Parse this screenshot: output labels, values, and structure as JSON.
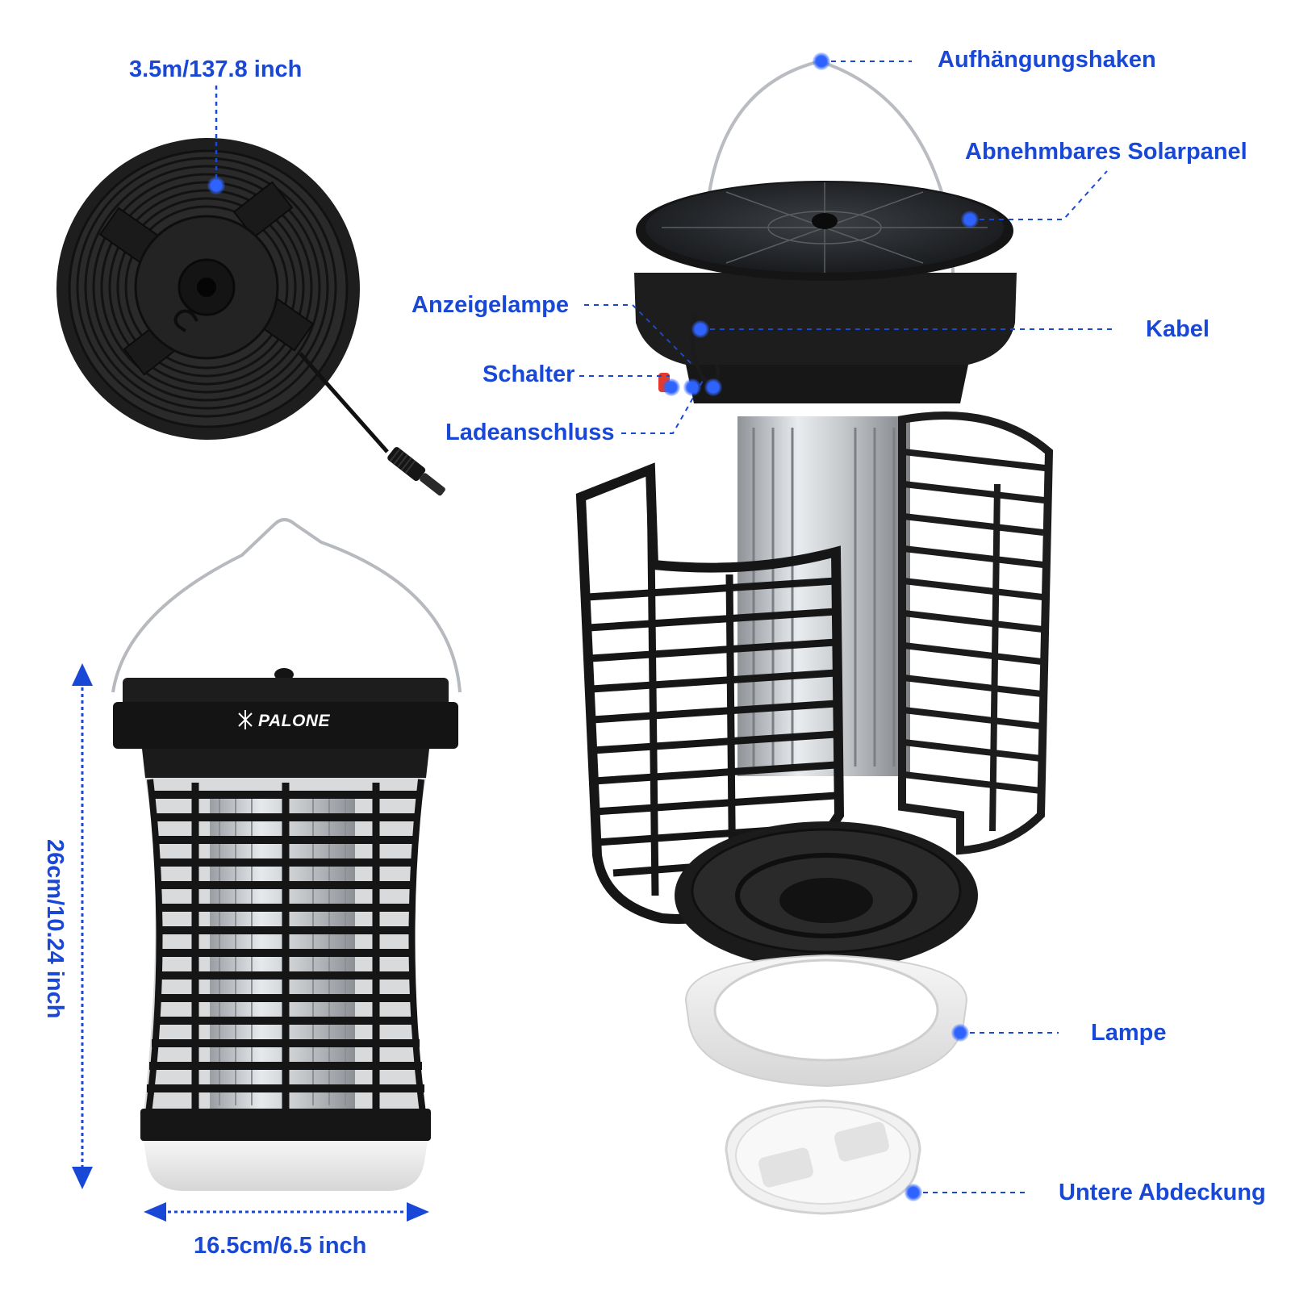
{
  "colors": {
    "accent": "#1a48d6",
    "dot": "#2f63ff",
    "product_black": "#1b1b1b",
    "lamp_white": "#ececec",
    "metal": "#b9bcc0",
    "indicator_red": "#e23b2e"
  },
  "brand": "PALONE",
  "dimensions": {
    "cable_length": "3.5m/137.8 inch",
    "height": "26cm/10.24 inch",
    "width": "16.5cm/6.5 inch"
  },
  "parts": {
    "hook": "Aufhängungshaken",
    "solar_panel": "Abnehmbares Solarpanel",
    "indicator": "Anzeigelampe",
    "cable": "Kabel",
    "switch": "Schalter",
    "charging_port": "Ladeanschluss",
    "lamp": "Lampe",
    "bottom_cover": "Untere Abdeckung"
  }
}
